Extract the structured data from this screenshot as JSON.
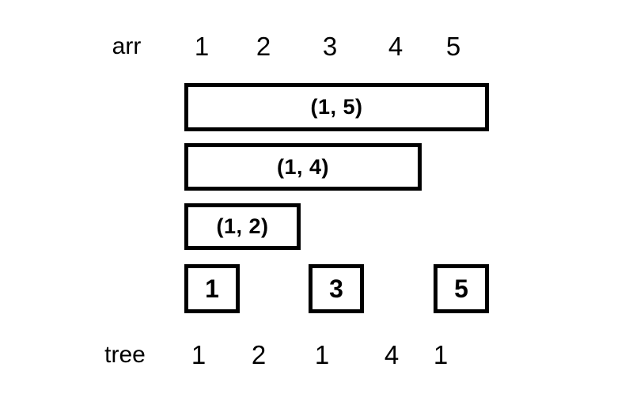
{
  "diagram": {
    "title": "fenwick-tree-range-diagram",
    "colors": {
      "background": "#ffffff",
      "stroke": "#000000",
      "text": "#000000"
    },
    "arr_row": {
      "label": "arr",
      "values": [
        "1",
        "2",
        "3",
        "4",
        "5"
      ]
    },
    "range_boxes": [
      {
        "label": "(1, 5)"
      },
      {
        "label": "(1, 4)"
      },
      {
        "label": "(1, 2)"
      }
    ],
    "leaf_boxes": [
      {
        "label": "1"
      },
      {
        "label": "3"
      },
      {
        "label": "5"
      }
    ],
    "tree_row": {
      "label": "tree",
      "values": [
        "1",
        "2",
        "1",
        "4",
        "1"
      ]
    }
  }
}
